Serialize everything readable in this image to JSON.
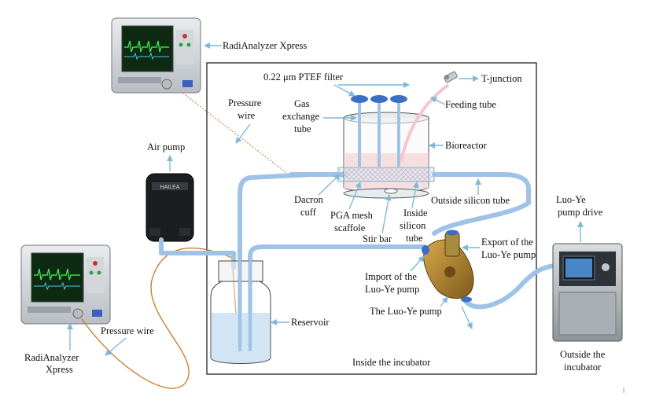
{
  "labels": {
    "radianalyzer_top": "RadiAnalyzer Xpress",
    "filter": "0.22 μm PTEF filter",
    "t_junction": "T-junction",
    "pressure_wire_top_1": "Pressure",
    "pressure_wire_top_2": "wire",
    "gas_1": "Gas",
    "gas_2": "exchange",
    "gas_3": "tube",
    "feeding_tube": "Feeding tube",
    "bioreactor": "Bioreactor",
    "air_pump": "Air pump",
    "outside_silicon_tube": "Outside silicon tube",
    "luoye_drive_1": "Luo-Ye",
    "luoye_drive_2": "pump drive",
    "dacron_1": "Dacron",
    "dacron_2": "cuff",
    "pga_1": "PGA mesh",
    "pga_2": "scaffole",
    "inside_1": "Inside",
    "inside_2": "silicon",
    "inside_3": "tube",
    "stir_bar": "Stir bar",
    "export_1": "Export of the",
    "export_2": "Luo-Ye pump",
    "import_1": "Import of the",
    "import_2": "Luo-Ye pump",
    "the_pump": "The Luo-Ye pump",
    "pressure_wire_bottom": "Pressure wire",
    "reservoir": "Reservoir",
    "inside_incubator": "Inside the incubator",
    "outside_incubator_1": "Outside the",
    "outside_incubator_2": "incubator",
    "radianalyzer_bottom_1": "RadiAnalyzer",
    "radianalyzer_bottom_2": "Xpress"
  },
  "colors": {
    "tube": "#9ec3e6",
    "arrow": "#7db9d9",
    "pressure_wire": "#c9771f",
    "monitor_screen": "#0f2a12",
    "waveform": "#3ddc4a",
    "pump_body": "#b8862c"
  }
}
